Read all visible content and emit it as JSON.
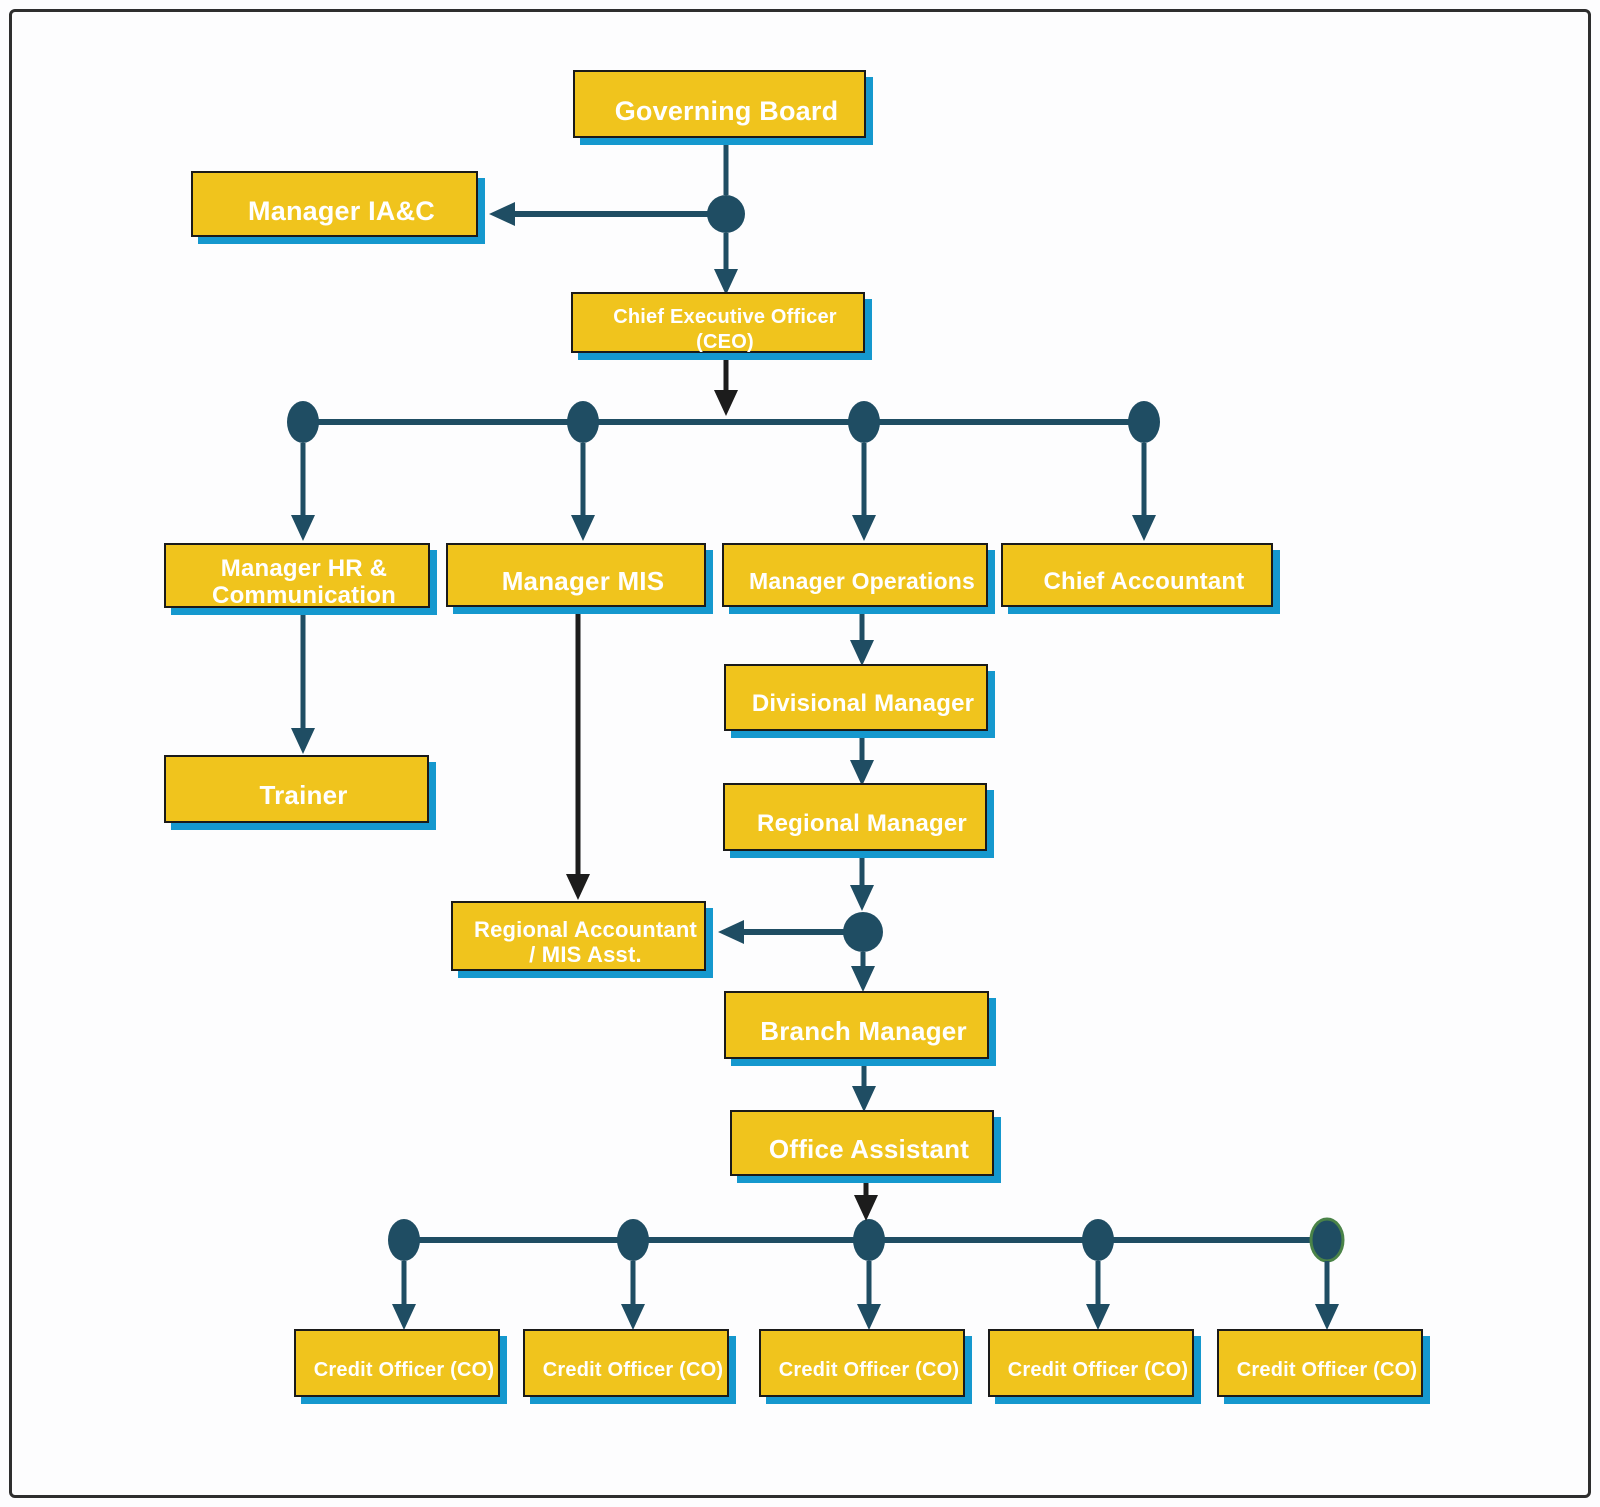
{
  "nodes": {
    "governing_board": "Governing Board",
    "manager_iac": "Manager IA&C",
    "ceo": [
      "Chief Executive Officer",
      "(CEO)"
    ],
    "manager_hr": [
      "Manager HR &",
      "Communication"
    ],
    "manager_mis": "Manager MIS",
    "manager_operations": "Manager Operations",
    "chief_accountant": "Chief Accountant",
    "trainer": "Trainer",
    "divisional_manager": "Divisional Manager",
    "regional_manager": "Regional Manager",
    "regional_accountant": [
      "Regional Accountant",
      "/ MIS Asst."
    ],
    "branch_manager": "Branch Manager",
    "office_assistant": "Office Assistant",
    "credit_officers": [
      "Credit Officer (CO)",
      "Credit Officer (CO)",
      "Credit Officer (CO)",
      "Credit Officer (CO)",
      "Credit Officer (CO)"
    ]
  },
  "edges": [
    {
      "from": "governing_board",
      "to": "manager_iac"
    },
    {
      "from": "governing_board",
      "to": "ceo"
    },
    {
      "from": "ceo",
      "to": "manager_hr"
    },
    {
      "from": "ceo",
      "to": "manager_mis"
    },
    {
      "from": "ceo",
      "to": "manager_operations"
    },
    {
      "from": "ceo",
      "to": "chief_accountant"
    },
    {
      "from": "manager_hr",
      "to": "trainer"
    },
    {
      "from": "manager_mis",
      "to": "regional_accountant"
    },
    {
      "from": "manager_operations",
      "to": "divisional_manager"
    },
    {
      "from": "divisional_manager",
      "to": "regional_manager"
    },
    {
      "from": "regional_manager",
      "to": "regional_accountant"
    },
    {
      "from": "regional_manager",
      "to": "branch_manager"
    },
    {
      "from": "branch_manager",
      "to": "office_assistant"
    },
    {
      "from": "office_assistant",
      "to": "credit_officers.0"
    },
    {
      "from": "office_assistant",
      "to": "credit_officers.1"
    },
    {
      "from": "office_assistant",
      "to": "credit_officers.2"
    },
    {
      "from": "office_assistant",
      "to": "credit_officers.3"
    },
    {
      "from": "office_assistant",
      "to": "credit_officers.4"
    }
  ],
  "colors": {
    "box_fill": "#1598ce",
    "box_accent_yellow": "#f0c41d",
    "box_border": "#1a1a1a",
    "connector_navy": "#1f4d63",
    "connector_black": "#1c1c1c",
    "junction_dot": "#1f4d63",
    "junction_ring_green": "#4a8348",
    "label_text": "#ffffff",
    "frame_border": "#2e2e2e",
    "background": "#fdfdfe"
  }
}
